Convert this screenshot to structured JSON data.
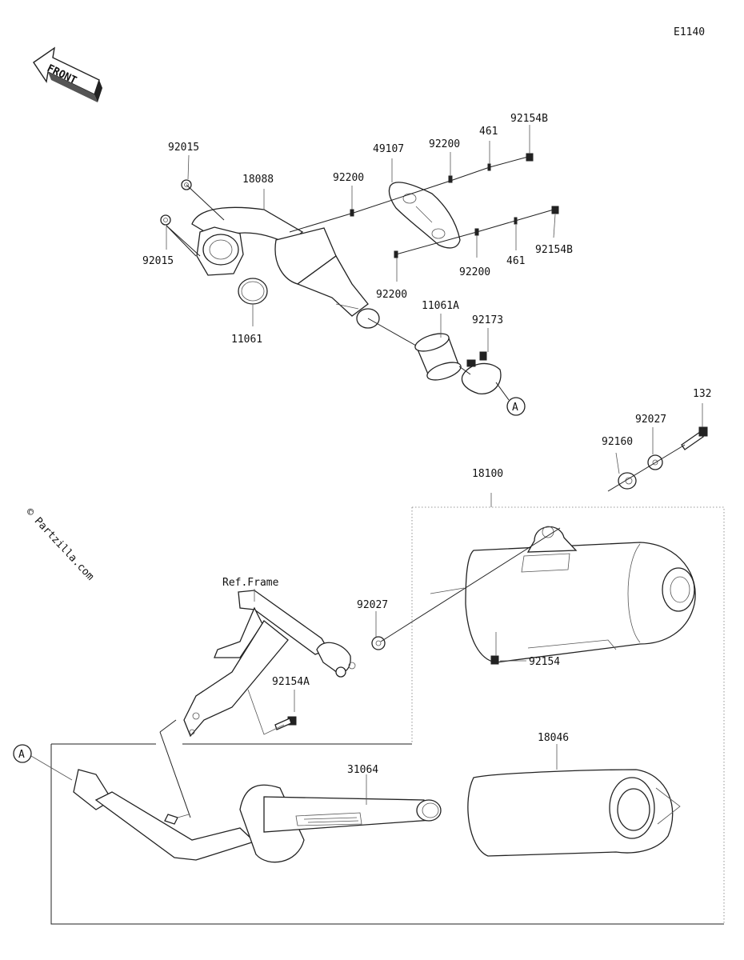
{
  "diagram_code": "E1140",
  "front_label": "FRONT",
  "watermark": "© Partzilla.com",
  "ref_frame_label": "Ref.Frame",
  "callout_a": "A",
  "parts": {
    "p92015_top": "92015",
    "p92015_left": "92015",
    "p18088": "18088",
    "p11061": "11061",
    "p92200_a": "92200",
    "p49107": "49107",
    "p92200_b": "92200",
    "p461_a": "461",
    "p92154B_a": "92154B",
    "p92154B_b": "92154B",
    "p461_b": "461",
    "p92200_c": "92200",
    "p92200_d": "92200",
    "p11061A": "11061A",
    "p92173": "92173",
    "p132": "132",
    "p92027_top": "92027",
    "p92160": "92160",
    "p18100": "18100",
    "p92027_mid": "92027",
    "p92154": "92154",
    "p92154A": "92154A",
    "p31064": "31064",
    "p18046": "18046"
  }
}
